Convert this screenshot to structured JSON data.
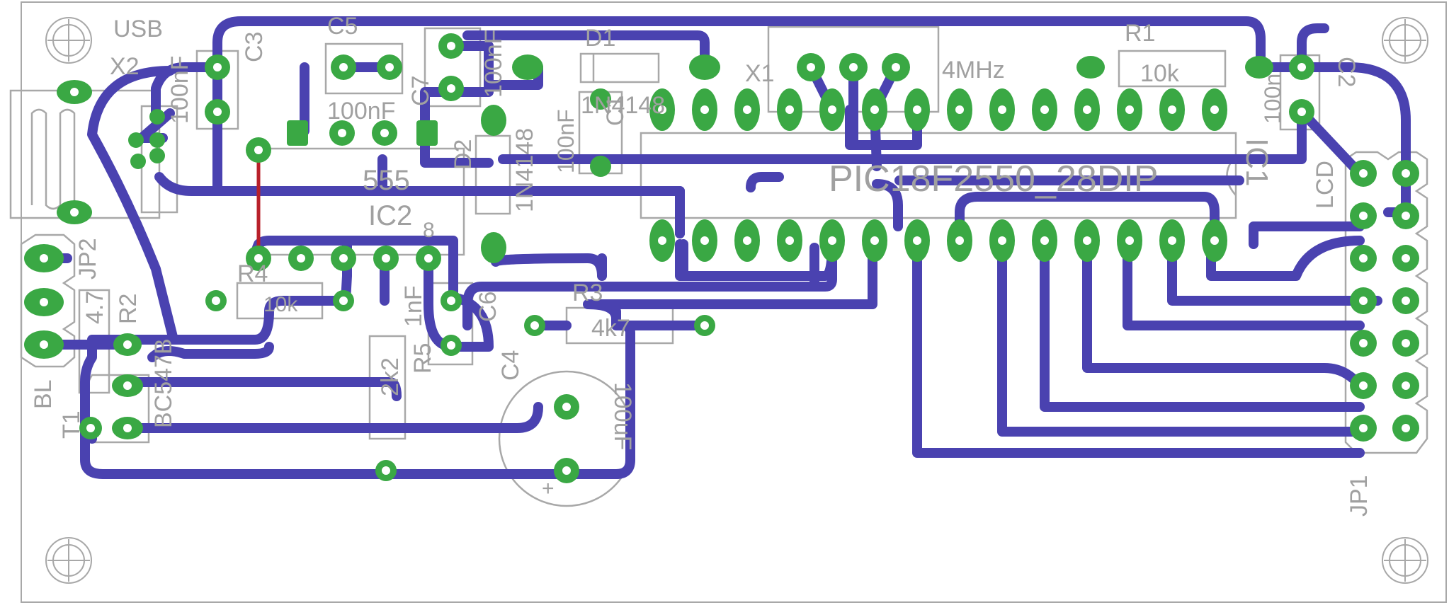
{
  "colors": {
    "background": "#ffffff",
    "outline": "#a8a8a8",
    "trace_bottom": "#4a42b0",
    "trace_top": "#b8202a",
    "pad": "#3aa844",
    "drill": "#ffffff",
    "silkscreen": "#a0a0a0"
  },
  "labels": {
    "usb": "USB",
    "x2": "X2",
    "c5": "C5",
    "c3": "C3",
    "c2_cap": "100nF",
    "c5_value": "100nF",
    "c7": "C7",
    "c7_value": "100nF",
    "d1": "D1",
    "d1_value": "1N4148",
    "c1": "C1",
    "c1_value": "100nF",
    "x1": "X1",
    "x1_value": "4MHz",
    "r1": "R1",
    "r1_value": "10k",
    "c2": "C2",
    "c2_value": "100n",
    "ic1": "IC1",
    "ic1_value": "PIC18F2550_28DIP",
    "ic2": "IC2",
    "ic2_value": "555",
    "ic2_pin": "8",
    "d2": "D2",
    "d2_value": "1N4148",
    "lcd": "LCD",
    "jp2": "JP2",
    "r4": "R4",
    "r4_value": "10k",
    "c6": "C6",
    "c6_value": "1nF",
    "r3": "R3",
    "r3_value": "4k7",
    "r5": "R5",
    "r5_value": "2k2",
    "r2": "R2",
    "r2_value": "4.7",
    "c4": "C4",
    "c4_value": "100uF",
    "c4_plus": "+",
    "t1": "T1",
    "t1_value": "BC547B",
    "bl": "BL",
    "jp1": "JP1"
  }
}
